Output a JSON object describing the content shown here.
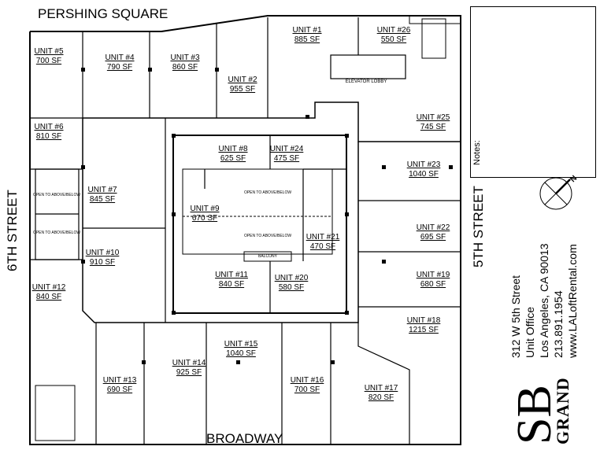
{
  "streets": {
    "top": "PERSHING SQUARE",
    "left": "6TH STREET",
    "right": "5TH STREET",
    "bottom": "BROADWAY"
  },
  "notes_label": "Notes:",
  "info": {
    "line1": "312 W 5th Street",
    "line2": "Unit Office",
    "line3": "Los Angeles, CA 90013",
    "line4": "213.891.1954",
    "line5": "www.LALoftRental.com"
  },
  "logo": {
    "mark": "SB",
    "word": "GRAND"
  },
  "compass": {
    "label": "N",
    "icon": "north-arrow-icon"
  },
  "elevator_lobby": "ELEVATOR LOBBY",
  "annotations": {
    "open1": "OPEN TO ABOVE/BELOW",
    "open2": "OPEN TO ABOVE/BELOW",
    "open3": "OPEN TO ABOVE/BELOW",
    "open4": "OPEN TO ABOVE/BELOW",
    "balcony": "BALCONY"
  },
  "units": [
    {
      "name": "UNIT #1",
      "sf": "885 SF"
    },
    {
      "name": "UNIT #2",
      "sf": "955 SF"
    },
    {
      "name": "UNIT #3",
      "sf": "860 SF"
    },
    {
      "name": "UNIT #4",
      "sf": "790 SF"
    },
    {
      "name": "UNIT #5",
      "sf": "700 SF"
    },
    {
      "name": "UNIT #6",
      "sf": "810 SF"
    },
    {
      "name": "UNIT #7",
      "sf": "845 SF"
    },
    {
      "name": "UNIT #8",
      "sf": "625 SF"
    },
    {
      "name": "UNIT #9",
      "sf": "670 SF"
    },
    {
      "name": "UNIT #10",
      "sf": "910 SF"
    },
    {
      "name": "UNIT #11",
      "sf": "840 SF"
    },
    {
      "name": "UNIT #12",
      "sf": "840 SF"
    },
    {
      "name": "UNIT #13",
      "sf": "690 SF"
    },
    {
      "name": "UNIT #14",
      "sf": "925 SF"
    },
    {
      "name": "UNIT #15",
      "sf": "1040 SF"
    },
    {
      "name": "UNIT #16",
      "sf": "700 SF"
    },
    {
      "name": "UNIT #17",
      "sf": "820 SF"
    },
    {
      "name": "UNIT #18",
      "sf": "1215 SF"
    },
    {
      "name": "UNIT #19",
      "sf": "680 SF"
    },
    {
      "name": "UNIT #20",
      "sf": "580 SF"
    },
    {
      "name": "UNIT #21",
      "sf": "470 SF"
    },
    {
      "name": "UNIT #22",
      "sf": "695 SF"
    },
    {
      "name": "UNIT #23",
      "sf": "1040 SF"
    },
    {
      "name": "UNIT #24",
      "sf": "475 SF"
    },
    {
      "name": "UNIT #25",
      "sf": "745 SF"
    },
    {
      "name": "UNIT #26",
      "sf": "550 SF"
    }
  ]
}
